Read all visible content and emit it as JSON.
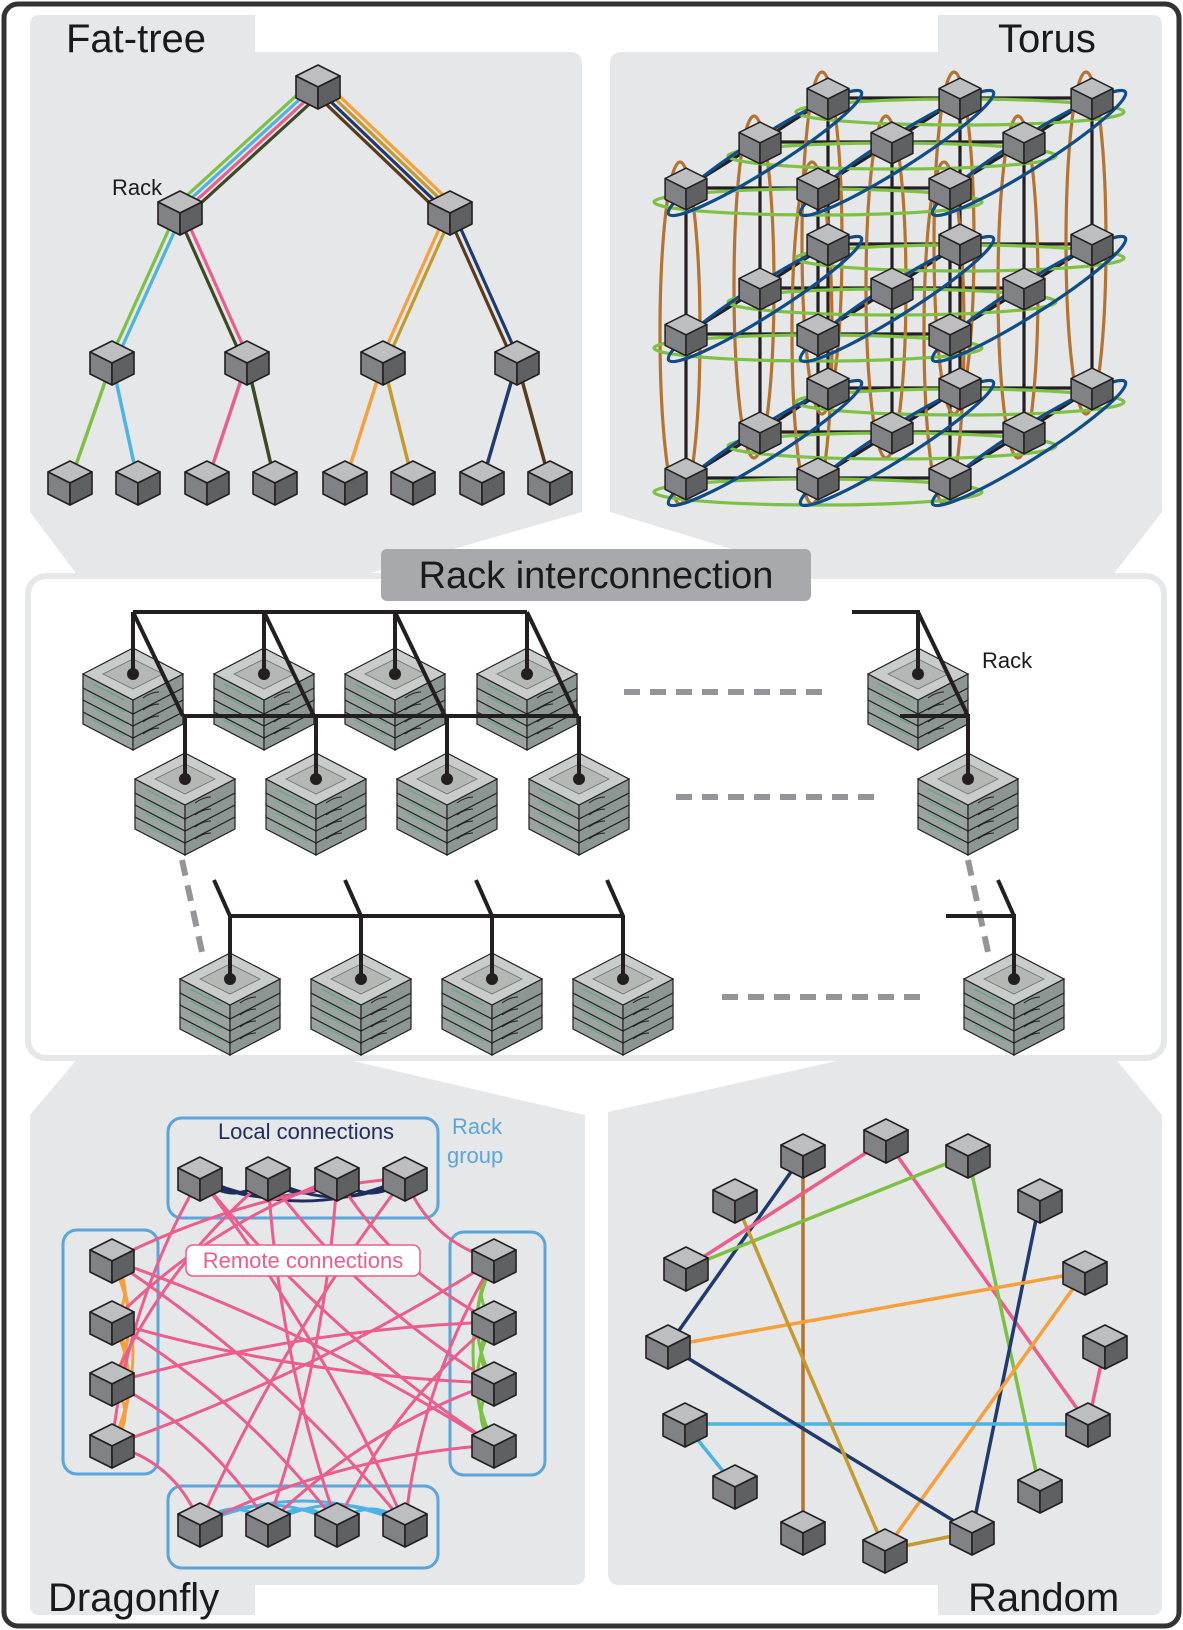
{
  "figure": {
    "panels": {
      "fat_tree": {
        "title": "Fat-tree",
        "rack_label": "Rack"
      },
      "torus": {
        "title": "Torus"
      },
      "center": {
        "title": "Rack interconnection",
        "rack_label": "Rack"
      },
      "dragonfly": {
        "title": "Dragonfly",
        "local_label": "Local connections",
        "remote_label": "Remote connections",
        "group_label_line1": "Rack",
        "group_label_line2": "group"
      },
      "random": {
        "title": "Random"
      }
    },
    "colors": {
      "panel_bg": "#e6e7e8",
      "border": "#333333",
      "banner_bg": "#a7a9ac",
      "node_top": "#bdbec0",
      "node_left": "#808285",
      "node_right": "#5f6062",
      "green": "#7dc142",
      "cyan": "#4bb3e6",
      "pink": "#ec5d8c",
      "dark_olive": "#3c4a24",
      "orange": "#f7a03b",
      "tan": "#c49a2e",
      "navy": "#1f3a6e",
      "brown": "#5a3b1b",
      "copper": "#b5732f",
      "blue": "#0e4c8a",
      "group_box": "#5aa5dc",
      "local_navy": "#1e2e62"
    }
  }
}
